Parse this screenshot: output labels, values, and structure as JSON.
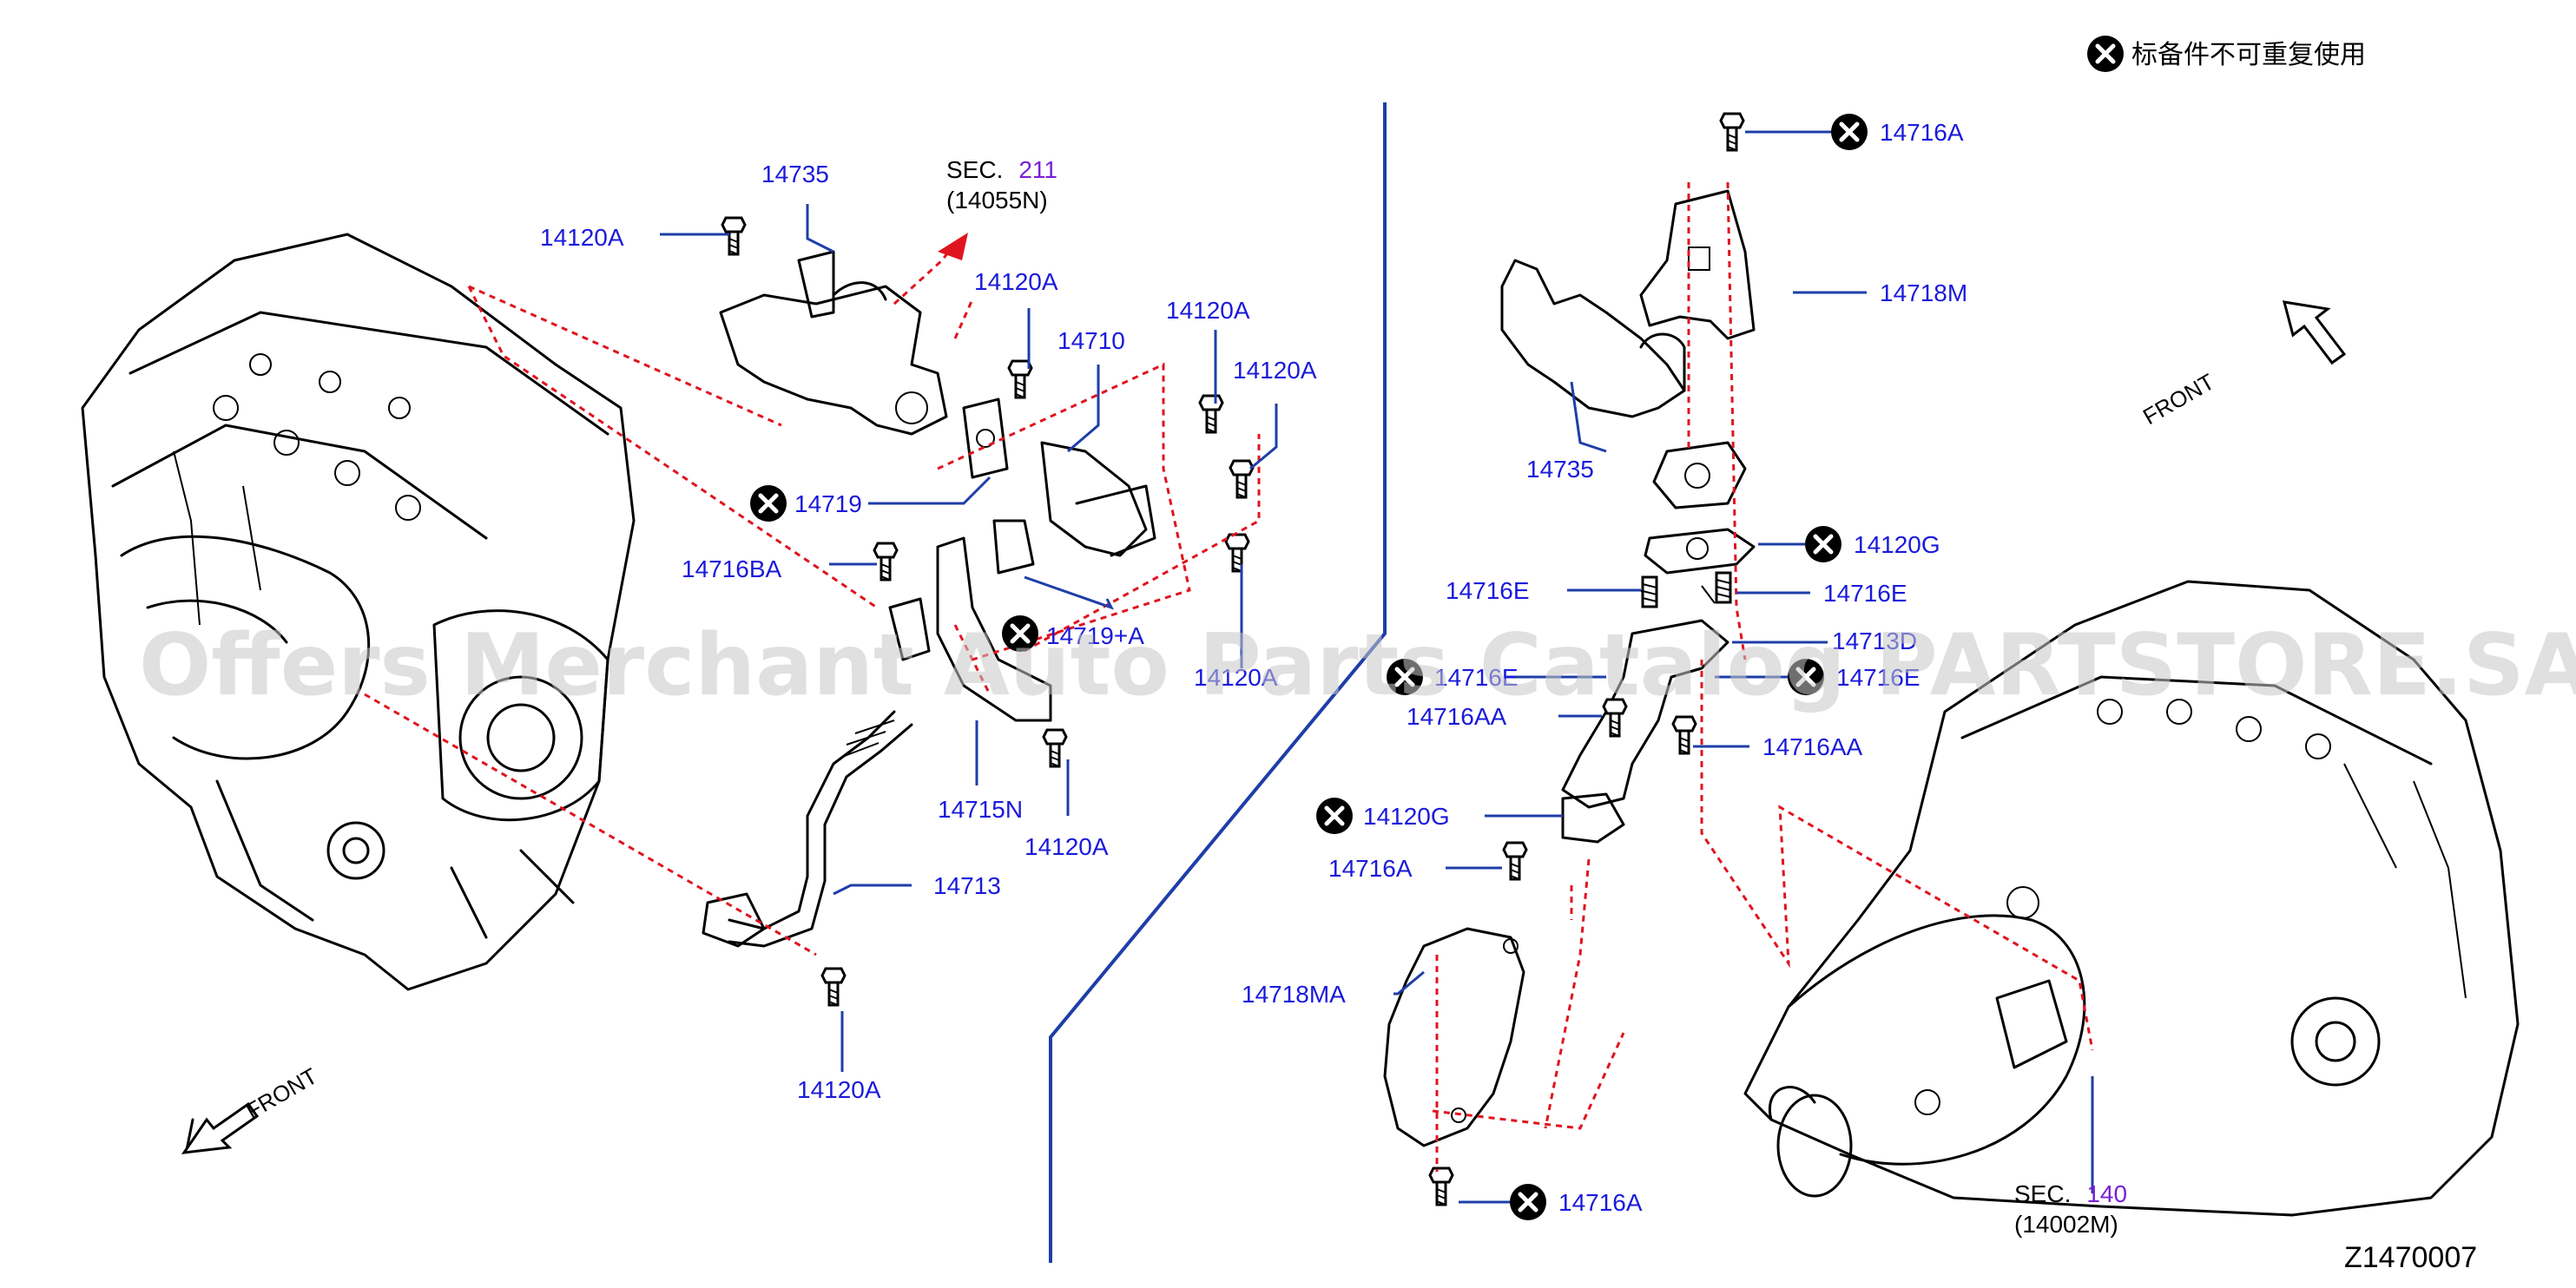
{
  "legend": {
    "text": "标备件不可重复使用"
  },
  "diagram_code": "Z1470007",
  "watermark": "Offers Merchant Auto Parts Catalog PARTSTORE.SA",
  "front_labels": {
    "left": "FRONT",
    "right": "FRONT"
  },
  "sections": {
    "left": {
      "prefix": "SEC.",
      "number": "211",
      "ref": "(14055N)"
    },
    "right": {
      "prefix": "SEC.",
      "number": "140",
      "ref": "(14002M)"
    }
  },
  "callouts": {
    "c1": "14735",
    "c2": "14120A",
    "c3": "14120A",
    "c4": "14710",
    "c5": "14120A",
    "c6": "14120A",
    "c7": "14719",
    "c8": "14716BA",
    "c9": "14719+A",
    "c10": "14120A",
    "c11": "14715N",
    "c12": "14120A",
    "c13": "14713",
    "c14": "14120A",
    "c15": "14716A",
    "c16": "14718M",
    "c17": "14735",
    "c18": "14120G",
    "c19": "14716E",
    "c20": "14716E",
    "c21": "14713D",
    "c22": "14716E",
    "c23": "14716E",
    "c24": "14716AA",
    "c25": "14716AA",
    "c26": "14120G",
    "c27": "14716A",
    "c28": "14718MA",
    "c29": "14716A"
  },
  "icon_colors": {
    "no_reuse": "#000000",
    "leader": "#1e3ea8",
    "dashed": "#e0141e",
    "label": "#1a1adb",
    "section_number": "#7a1fd6"
  }
}
